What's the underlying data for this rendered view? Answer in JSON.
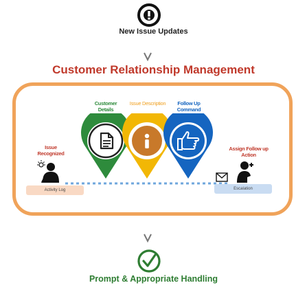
{
  "header": {
    "title": "New Issue Updates",
    "icon": "exclamation-circle-icon"
  },
  "main": {
    "title": "Customer Relationship Management",
    "frame_color": "#f0a35a",
    "title_color": "#c0392b",
    "pins": [
      {
        "label": "Customer Details",
        "icon": "document-icon",
        "color": "#2e8b3c",
        "label_color": "#2e8b3c"
      },
      {
        "label": "Issue Description",
        "icon": "info-icon",
        "color": "#f2b705",
        "label_color": "#f0a020"
      },
      {
        "label": "Follow Up Command",
        "icon": "pointing-hand-icon",
        "color": "#1565c0",
        "label_color": "#1565c0"
      }
    ],
    "left": {
      "label": "Issue Recognized",
      "icon": "person-idea-icon",
      "tag": "Activity Log",
      "tag_color": "#f9d9c4"
    },
    "right": {
      "label": "Assign Follow up Action",
      "icon": "person-assign-icon",
      "mail_icon": "envelope-icon",
      "tag": "Escalation",
      "tag_color": "#c9dcf2"
    }
  },
  "footer": {
    "title": "Prompt & Appropriate Handling",
    "icon": "checkmark-circle-icon",
    "title_color": "#2e7d32"
  }
}
